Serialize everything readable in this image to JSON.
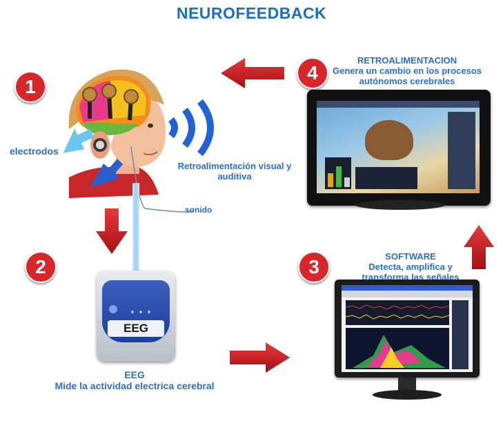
{
  "title": "NEUROFEEDBACK",
  "steps": [
    {
      "number": "1"
    },
    {
      "number": "2",
      "title": "EEG",
      "text": "Mide la actividad electrica cerebral"
    },
    {
      "number": "3",
      "title": "SOFTWARE",
      "text": "Detecta, amplifica y transforma las señales"
    },
    {
      "number": "4",
      "title": "RETROALIMENTACION",
      "text": "Genera un cambio en los procesos autónomos cerebrales"
    }
  ],
  "labels": {
    "electrodes": "electrodos",
    "feedback": "Retroalimentación visual y auditiva",
    "sound": "sonido"
  },
  "device": {
    "label": "EEG"
  },
  "colors": {
    "title": "#1a6fc4",
    "arrow": "#c9181e",
    "badge": "#d9262a"
  }
}
